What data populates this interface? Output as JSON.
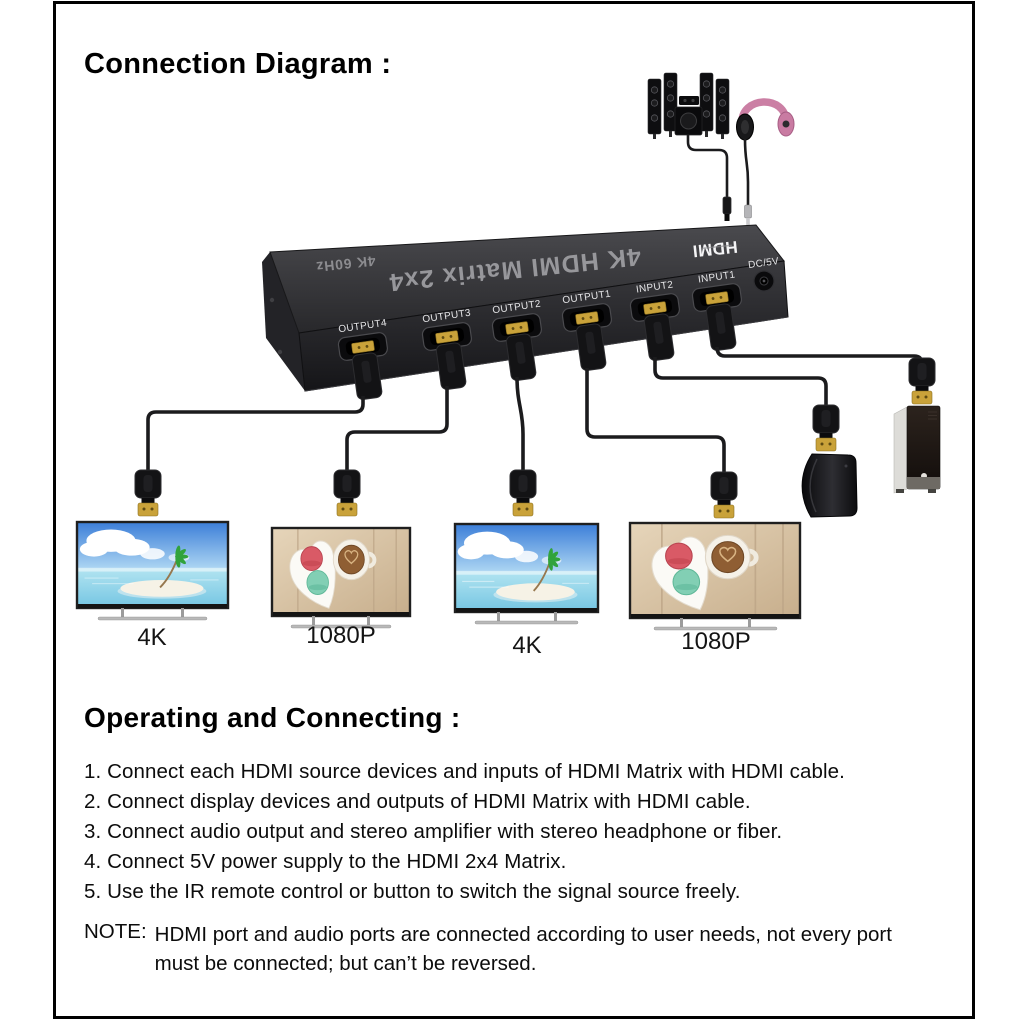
{
  "page": {
    "title": "Connection Diagram :",
    "section_title": "Operating and Connecting :"
  },
  "device": {
    "top_text_main": "4K HDMI Matrix 2x4",
    "top_text_sub": "4K 60Hz",
    "logo": "HDMI",
    "power_label": "DC/5V",
    "ports": [
      "OUTPUT4",
      "OUTPUT3",
      "OUTPUT2",
      "OUTPUT1",
      "INPUT2",
      "INPUT1"
    ]
  },
  "displays": [
    {
      "label": "4K",
      "screen": "beach-island-photo"
    },
    {
      "label": "1080P",
      "screen": "coffee-latte-photo"
    },
    {
      "label": "4K",
      "screen": "beach-island-photo"
    },
    {
      "label": "1080P",
      "screen": "coffee-latte-photo"
    }
  ],
  "audio_devices": [
    "surround-speaker-system",
    "pink-headphones"
  ],
  "source_devices": [
    "game-console",
    "pc-tower"
  ],
  "instructions": [
    "1. Connect each HDMI source devices and inputs of HDMI Matrix with HDMI cable.",
    "2. Connect display devices and outputs of HDMI Matrix with HDMI cable.",
    "3. Connect audio output and stereo amplifier with stereo headphone or fiber.",
    "4. Connect 5V power supply to the HDMI 2x4 Matrix.",
    "5. Use the IR remote control or button to switch the signal source freely."
  ],
  "note": {
    "prefix": "NOTE:",
    "line1": "HDMI port and audio ports are connected according to user needs, not every port",
    "line2": "must be connected; but can’t be reversed."
  },
  "colors": {
    "cable": "#1b1b1d",
    "hdmi_gold": "#c9a23a",
    "device_body": "#28282b",
    "headphone_pink": "#c97ba2",
    "frame_border": "#000000"
  }
}
